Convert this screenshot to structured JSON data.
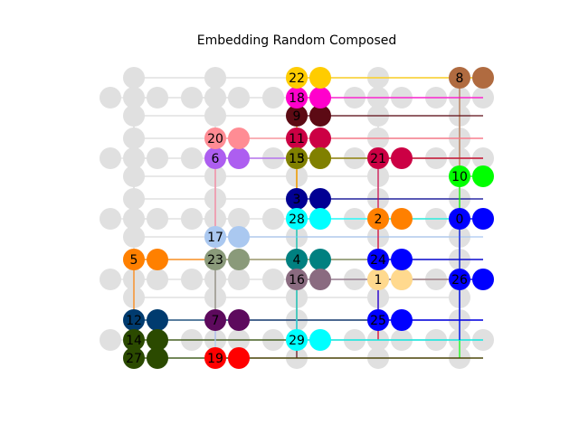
{
  "figure": {
    "title": "Embedding Random Composed"
  },
  "chart_data": {
    "type": "network",
    "title": "Embedding Random Composed",
    "grid": "3D lattice, 5 x 5 x 3 (x, y, layer)",
    "colors": {
      "grid": "#e0e0e0",
      "background": "#ffffff"
    },
    "labeled_nodes": [
      {
        "id": "1",
        "color": "#ffd98e",
        "x": 4,
        "y": 4,
        "z": 1
      },
      {
        "id": "2",
        "color": "#ff8000",
        "x": 4,
        "y": 3,
        "z": 1
      },
      {
        "id": "3",
        "color": "#010093",
        "x": 3,
        "y": 3,
        "z": 0
      },
      {
        "id": "4",
        "color": "#008080",
        "x": 3,
        "y": 4,
        "z": 0
      },
      {
        "id": "5",
        "color": "#ff8000",
        "x": 1,
        "y": 4,
        "z": 0
      },
      {
        "id": "6",
        "color": "#ad5ef0",
        "x": 2,
        "y": 2,
        "z": 1
      },
      {
        "id": "7",
        "color": "#5d0a5d",
        "x": 2,
        "y": 5,
        "z": 0
      },
      {
        "id": "8",
        "color": "#b06b40",
        "x": 5,
        "y": 1,
        "z": 0
      },
      {
        "id": "9",
        "color": "#5c0a14",
        "x": 3,
        "y": 1,
        "z": 2
      },
      {
        "id": "10",
        "color": "#00ff00",
        "x": 5,
        "y": 2,
        "z": 2
      },
      {
        "id": "11",
        "color": "#cc0044",
        "x": 3,
        "y": 2,
        "z": 0
      },
      {
        "id": "12",
        "color": "#003b6f",
        "x": 1,
        "y": 5,
        "z": 0
      },
      {
        "id": "13",
        "color": "#ffcc00",
        "x": 3,
        "y": 2,
        "z": 1
      },
      {
        "id": "14",
        "color": "#2b4a00",
        "x": 1,
        "y": 5,
        "z": 1
      },
      {
        "id": "15",
        "color": "#808000",
        "x": 3,
        "y": 2,
        "z": 1
      },
      {
        "id": "16",
        "color": "#8a6b80",
        "x": 3,
        "y": 4,
        "z": 1
      },
      {
        "id": "17",
        "color": "#aac8f0",
        "x": 2,
        "y": 3,
        "z": 2
      },
      {
        "id": "18",
        "color": "#ff00cc",
        "x": 3,
        "y": 1,
        "z": 1
      },
      {
        "id": "19",
        "color": "#ff0000",
        "x": 2,
        "y": 5,
        "z": 2
      },
      {
        "id": "20",
        "color": "#ff8c94",
        "x": 2,
        "y": 2,
        "z": 0
      },
      {
        "id": "21",
        "color": "#cc0044",
        "x": 4,
        "y": 2,
        "z": 1
      },
      {
        "id": "22",
        "color": "#ffcc00",
        "x": 3,
        "y": 1,
        "z": 0
      },
      {
        "id": "23",
        "color": "#8a9a7a",
        "x": 2,
        "y": 4,
        "z": 0
      },
      {
        "id": "24",
        "color": "#0000ff",
        "x": 4,
        "y": 4,
        "z": 0
      },
      {
        "id": "25",
        "color": "#0000ff",
        "x": 4,
        "y": 5,
        "z": 0
      },
      {
        "id": "26",
        "color": "#0000ff",
        "x": 5,
        "y": 4,
        "z": 1
      },
      {
        "id": "27",
        "color": "#2b4a00",
        "x": 1,
        "y": 5,
        "z": 2
      },
      {
        "id": "28",
        "color": "#00ffff",
        "x": 3,
        "y": 3,
        "z": 1
      },
      {
        "id": "29",
        "color": "#00ffff",
        "x": 3,
        "y": 5,
        "z": 1
      },
      {
        "id": "0",
        "color": "#0000ff",
        "x": 5,
        "y": 3,
        "z": 1
      }
    ]
  }
}
